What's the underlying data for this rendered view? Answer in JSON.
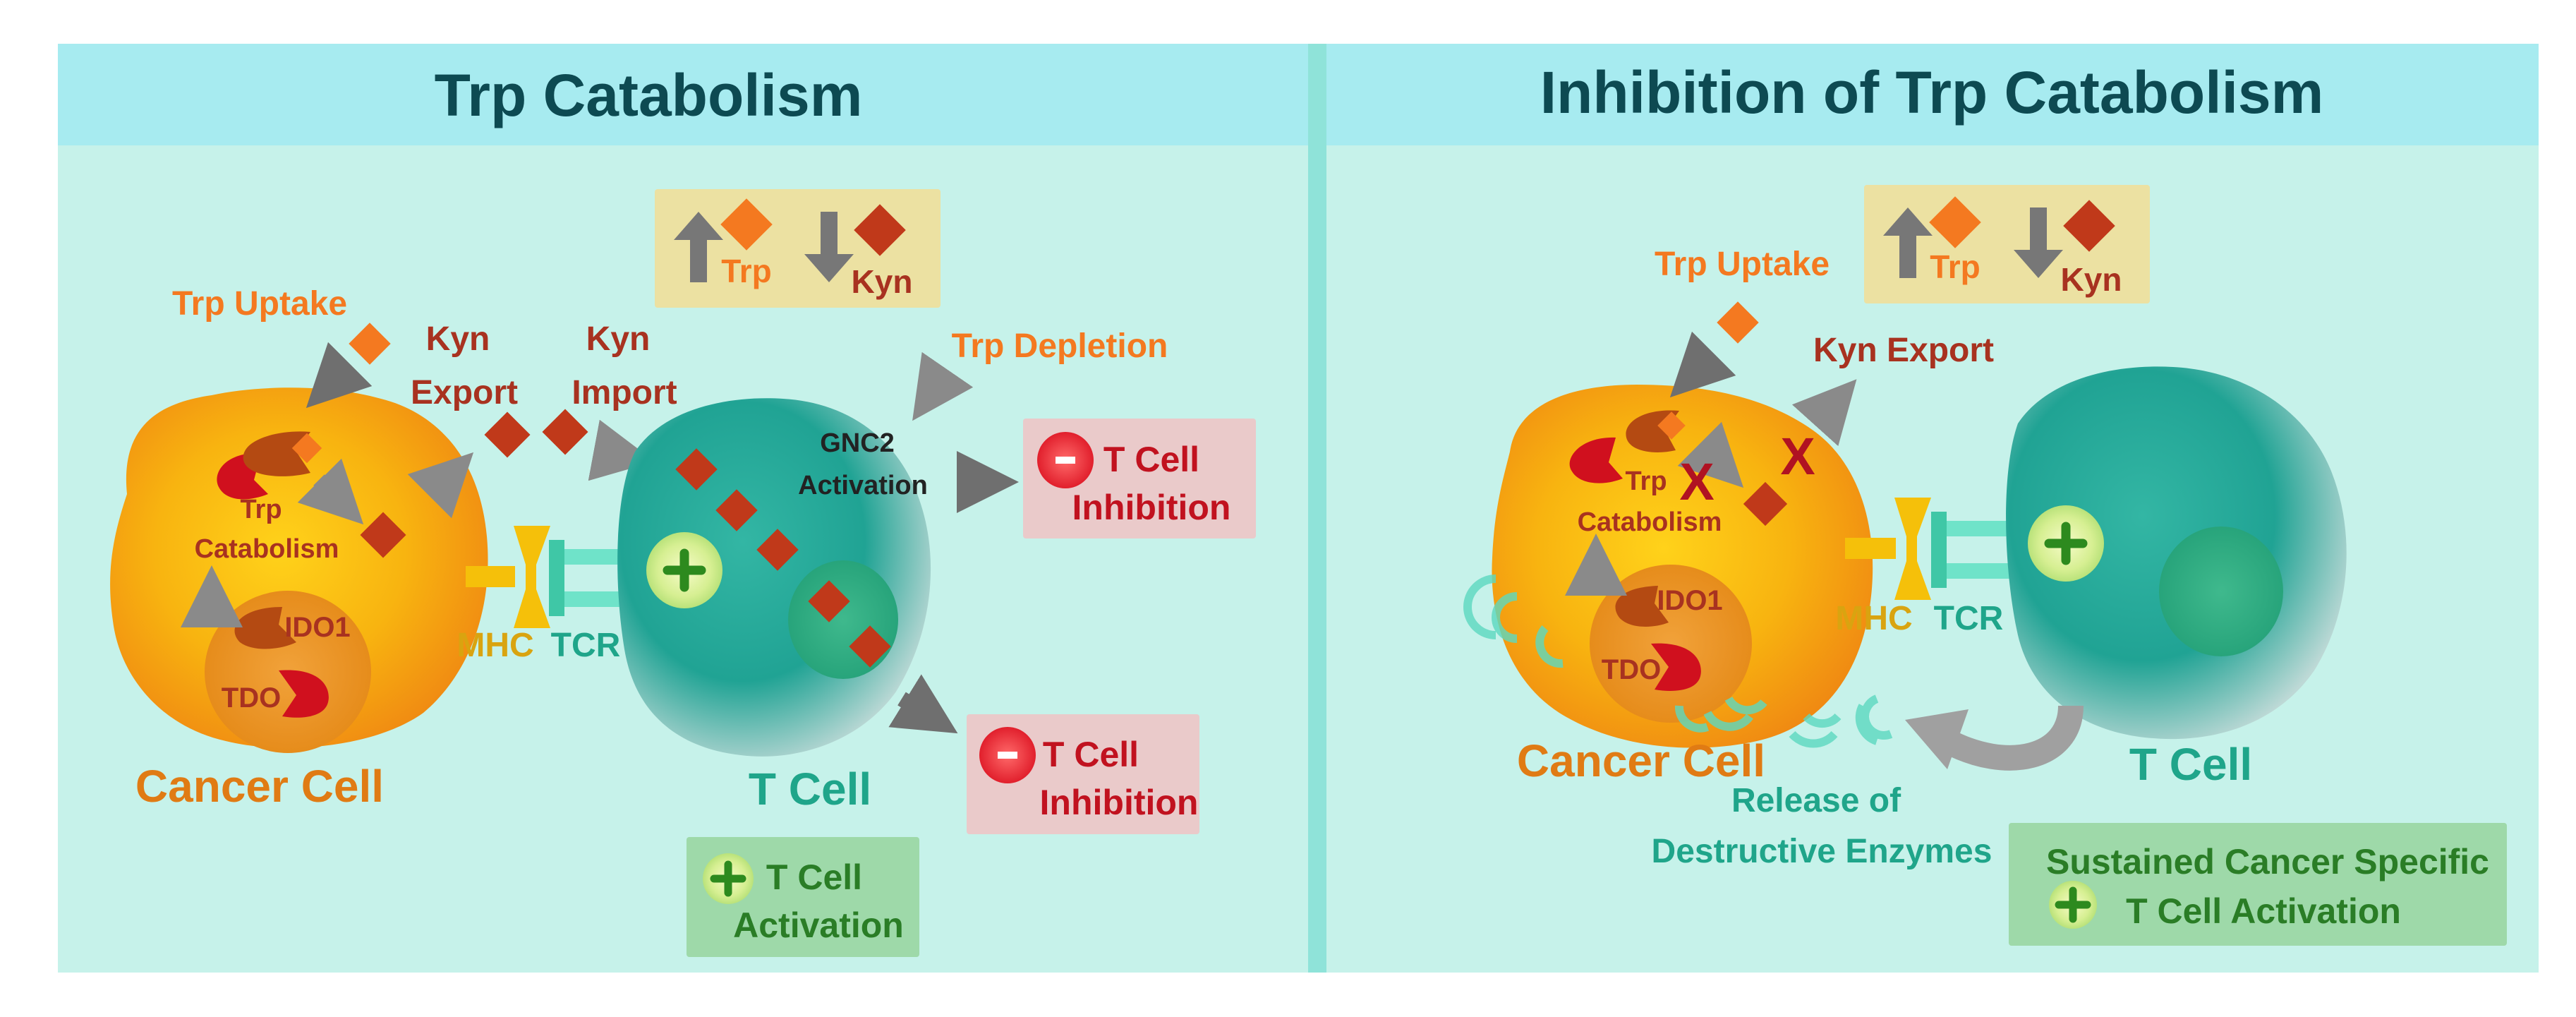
{
  "left_panel": {
    "title": "Trp Catabolism",
    "legend": {
      "trp": "Trp",
      "kyn": "Kyn"
    },
    "trp_uptake": "Trp Uptake",
    "kyn_export_1": "Kyn",
    "kyn_export_2": "Export",
    "kyn_import_1": "Kyn",
    "kyn_import_2": "Import",
    "trp_depletion": "Trp Depletion",
    "gnc2_1": "GNC2",
    "gnc2_2": "Activation",
    "trp_catabolism_1": "Trp",
    "trp_catabolism_2": "Catabolism",
    "ido1": "IDO1",
    "tdo": "TDO",
    "mhc": "MHC",
    "tcr": "TCR",
    "cancer_cell": "Cancer Cell",
    "t_cell": "T Cell",
    "inhibition_top": {
      "line1": "T Cell",
      "line2": "Inhibition"
    },
    "inhibition_bottom": {
      "line1": "T Cell",
      "line2": "Inhibition"
    },
    "activation": {
      "line1": "T Cell",
      "line2": "Activation"
    }
  },
  "right_panel": {
    "title": "Inhibition of Trp Catabolism",
    "legend": {
      "trp": "Trp",
      "kyn": "Kyn"
    },
    "trp_uptake": "Trp Uptake",
    "kyn_export": "Kyn Export",
    "trp_catabolism_1": "Trp",
    "trp_catabolism_2": "Catabolism",
    "ido1": "IDO1",
    "tdo": "TDO",
    "mhc": "MHC",
    "tcr": "TCR",
    "cancer_cell": "Cancer Cell",
    "t_cell": "T Cell",
    "release_1": "Release of",
    "release_2": "Destructive Enzymes",
    "sustained_1": "Sustained Cancer Specific",
    "sustained_2": "T Cell Activation",
    "block_mark": "X"
  },
  "colors": {
    "header_bg": "#a7ebf0",
    "panel_bg": "#c6f2ea",
    "title_text": "#0d4a52",
    "trp_orange": "#f47920",
    "kyn_red": "#c0391a",
    "label_red": "#a83220",
    "green_text": "#1fa58a",
    "cancer_text": "#e07b14",
    "inhibit_box": "#eacaca",
    "activate_box": "#9ed9a9",
    "arrow_gray": "#8a8a8a"
  },
  "icons": [
    "up-arrow-icon",
    "down-arrow-icon",
    "trp-diamond-icon",
    "kyn-diamond-icon",
    "minus-icon",
    "plus-icon",
    "block-x-icon"
  ]
}
